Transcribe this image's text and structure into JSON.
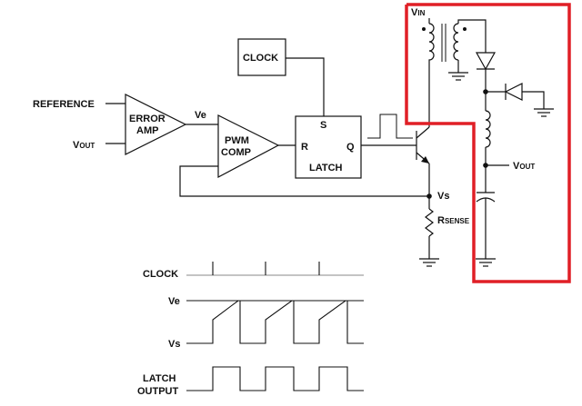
{
  "schematic": {
    "reference": "REFERENCE",
    "vout_main": "V",
    "vout_main_sub": "OUT",
    "error_amp_line1": "ERROR",
    "error_amp_line2": "AMP",
    "ve": "Ve",
    "pwm_line1": "PWM",
    "pwm_line2": "COMP",
    "clock": "CLOCK",
    "latch_s": "S",
    "latch_r": "R",
    "latch_q": "Q",
    "latch": "LATCH",
    "vs": "Vs",
    "rsense": "R",
    "rsense_sub": "SENSE",
    "vin": "V",
    "vin_sub": "IN",
    "vout_out": "V",
    "vout_out_sub": "OUT"
  },
  "timing": {
    "clock": "CLOCK",
    "ve": "Ve",
    "vs": "Vs",
    "latch_line1": "LATCH",
    "latch_line2": "OUTPUT"
  },
  "highlight_color": "#e01f26"
}
